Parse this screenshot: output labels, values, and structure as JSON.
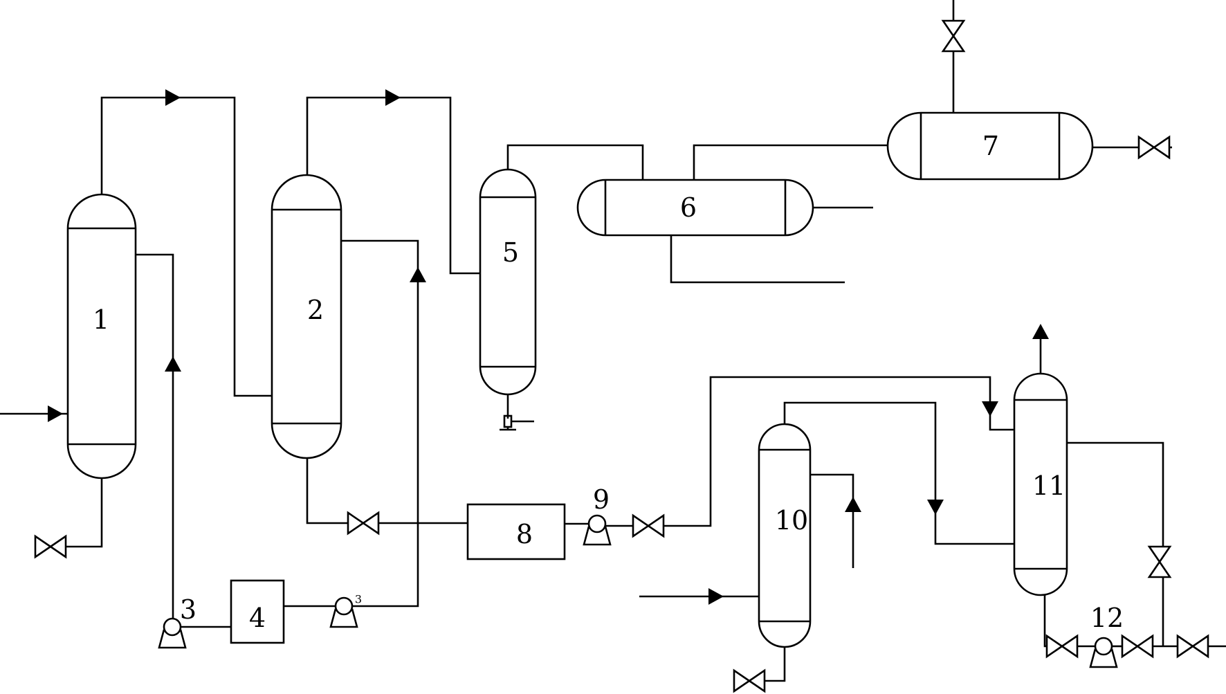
{
  "labels": {
    "vessel_1": "1",
    "vessel_2": "2",
    "pump_3a": "3",
    "pump_3b": "3",
    "box_4": "4",
    "vessel_5": "5",
    "vessel_6": "6",
    "vessel_7": "7",
    "box_8": "8",
    "pump_9": "9",
    "vessel_10": "10",
    "vessel_11": "11",
    "pump_12": "12"
  }
}
